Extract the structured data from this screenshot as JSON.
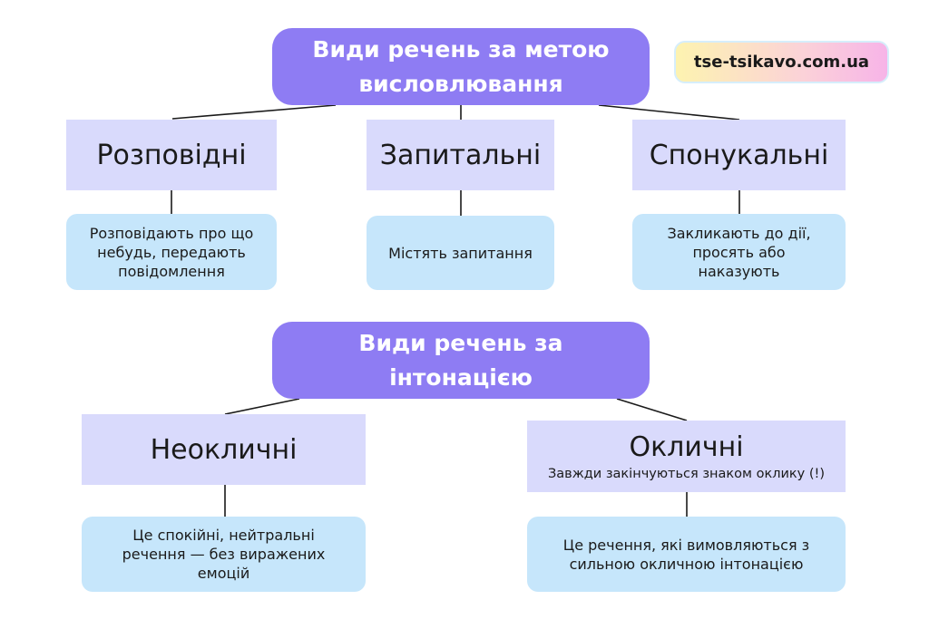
{
  "badge": "tse-tsikavo.com.ua",
  "purpose": {
    "title_line1": "Види речень за метою",
    "title_line2": "висловлювання",
    "categories": [
      {
        "name": "Розповідні",
        "description": "Розповідають про що небудь, передають повідомлення"
      },
      {
        "name": "Запитальні",
        "description": "Містять запитання"
      },
      {
        "name": "Спонукальні",
        "description": "Закликають до дії, просять або наказують"
      }
    ]
  },
  "intonation": {
    "title_line1": "Види речень за",
    "title_line2": "інтонацією",
    "categories": [
      {
        "name": "Неокличні",
        "description": "Це спокійні, нейтральні речення — без виражених емоцій"
      },
      {
        "name": "Окличні",
        "note": "Завжди закінчуються знаком оклику (!)",
        "description": "Це речення, які вимовляються з сильною окличною інтонацією"
      }
    ]
  }
}
